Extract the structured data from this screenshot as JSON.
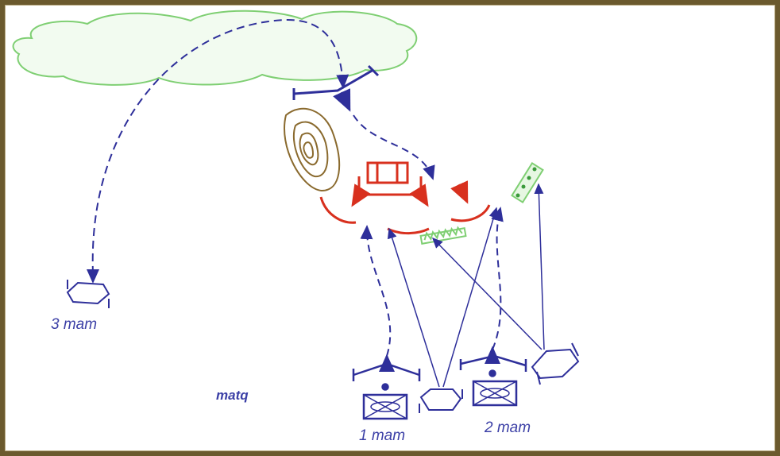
{
  "labels": {
    "unit_3": "3 mam",
    "unit_1": "1 mam",
    "unit_2": "2 mam",
    "center": "matq"
  },
  "colors": {
    "friendly": "#2e2f9a",
    "enemy": "#d8301e",
    "cloud": "#7fcf73",
    "terrain": "#8a6a2e",
    "frame": "#6b5a2e"
  }
}
